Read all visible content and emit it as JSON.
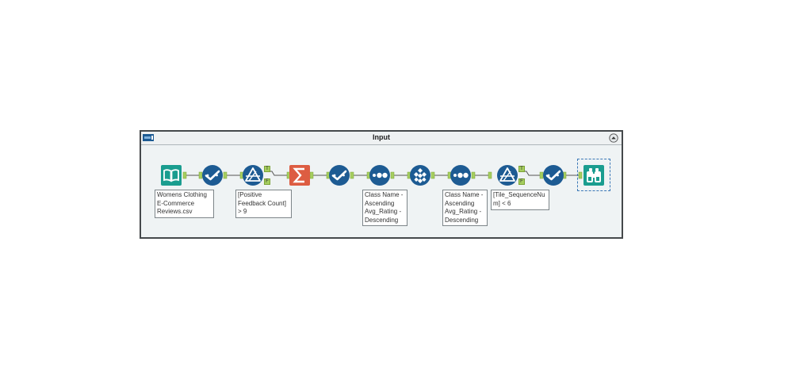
{
  "container": {
    "title": "Input"
  },
  "tools": [
    {
      "name": "input-data-tool",
      "icon": "book-icon",
      "color": "#1a9d8f"
    },
    {
      "name": "select-tool-1",
      "icon": "check-icon",
      "color": "#1d5b93"
    },
    {
      "name": "filter-tool-1",
      "icon": "filter-icon",
      "color": "#1d5b93"
    },
    {
      "name": "summarize-tool",
      "icon": "sigma-icon",
      "color": "#dd5d42"
    },
    {
      "name": "select-tool-2",
      "icon": "check-icon",
      "color": "#1d5b93"
    },
    {
      "name": "sort-tool-1",
      "icon": "dots-icon",
      "color": "#1d5b93"
    },
    {
      "name": "tile-tool",
      "icon": "tile-icon",
      "color": "#1d5b93"
    },
    {
      "name": "sort-tool-2",
      "icon": "dots-icon",
      "color": "#1d5b93"
    },
    {
      "name": "filter-tool-2",
      "icon": "filter-icon",
      "color": "#1d5b93"
    },
    {
      "name": "select-tool-3",
      "icon": "check-icon",
      "color": "#1d5b93"
    },
    {
      "name": "browse-tool",
      "icon": "binoculars-icon",
      "color": "#1a9d8f"
    }
  ],
  "filter_ports": {
    "true": "T",
    "false": "F"
  },
  "annotations": {
    "input": "Womens Clothing\nE-Commerce\nReviews.csv",
    "filter1": "[Positive\nFeedback Count]\n> 9",
    "sort1": "Class Name -\nAscending\nAvg_Rating -\nDescending",
    "sort2": "Class Name -\nAscending\nAvg_Rating -\nDescending",
    "filter2": "[Tile_SequenceNu\nm] < 6"
  }
}
